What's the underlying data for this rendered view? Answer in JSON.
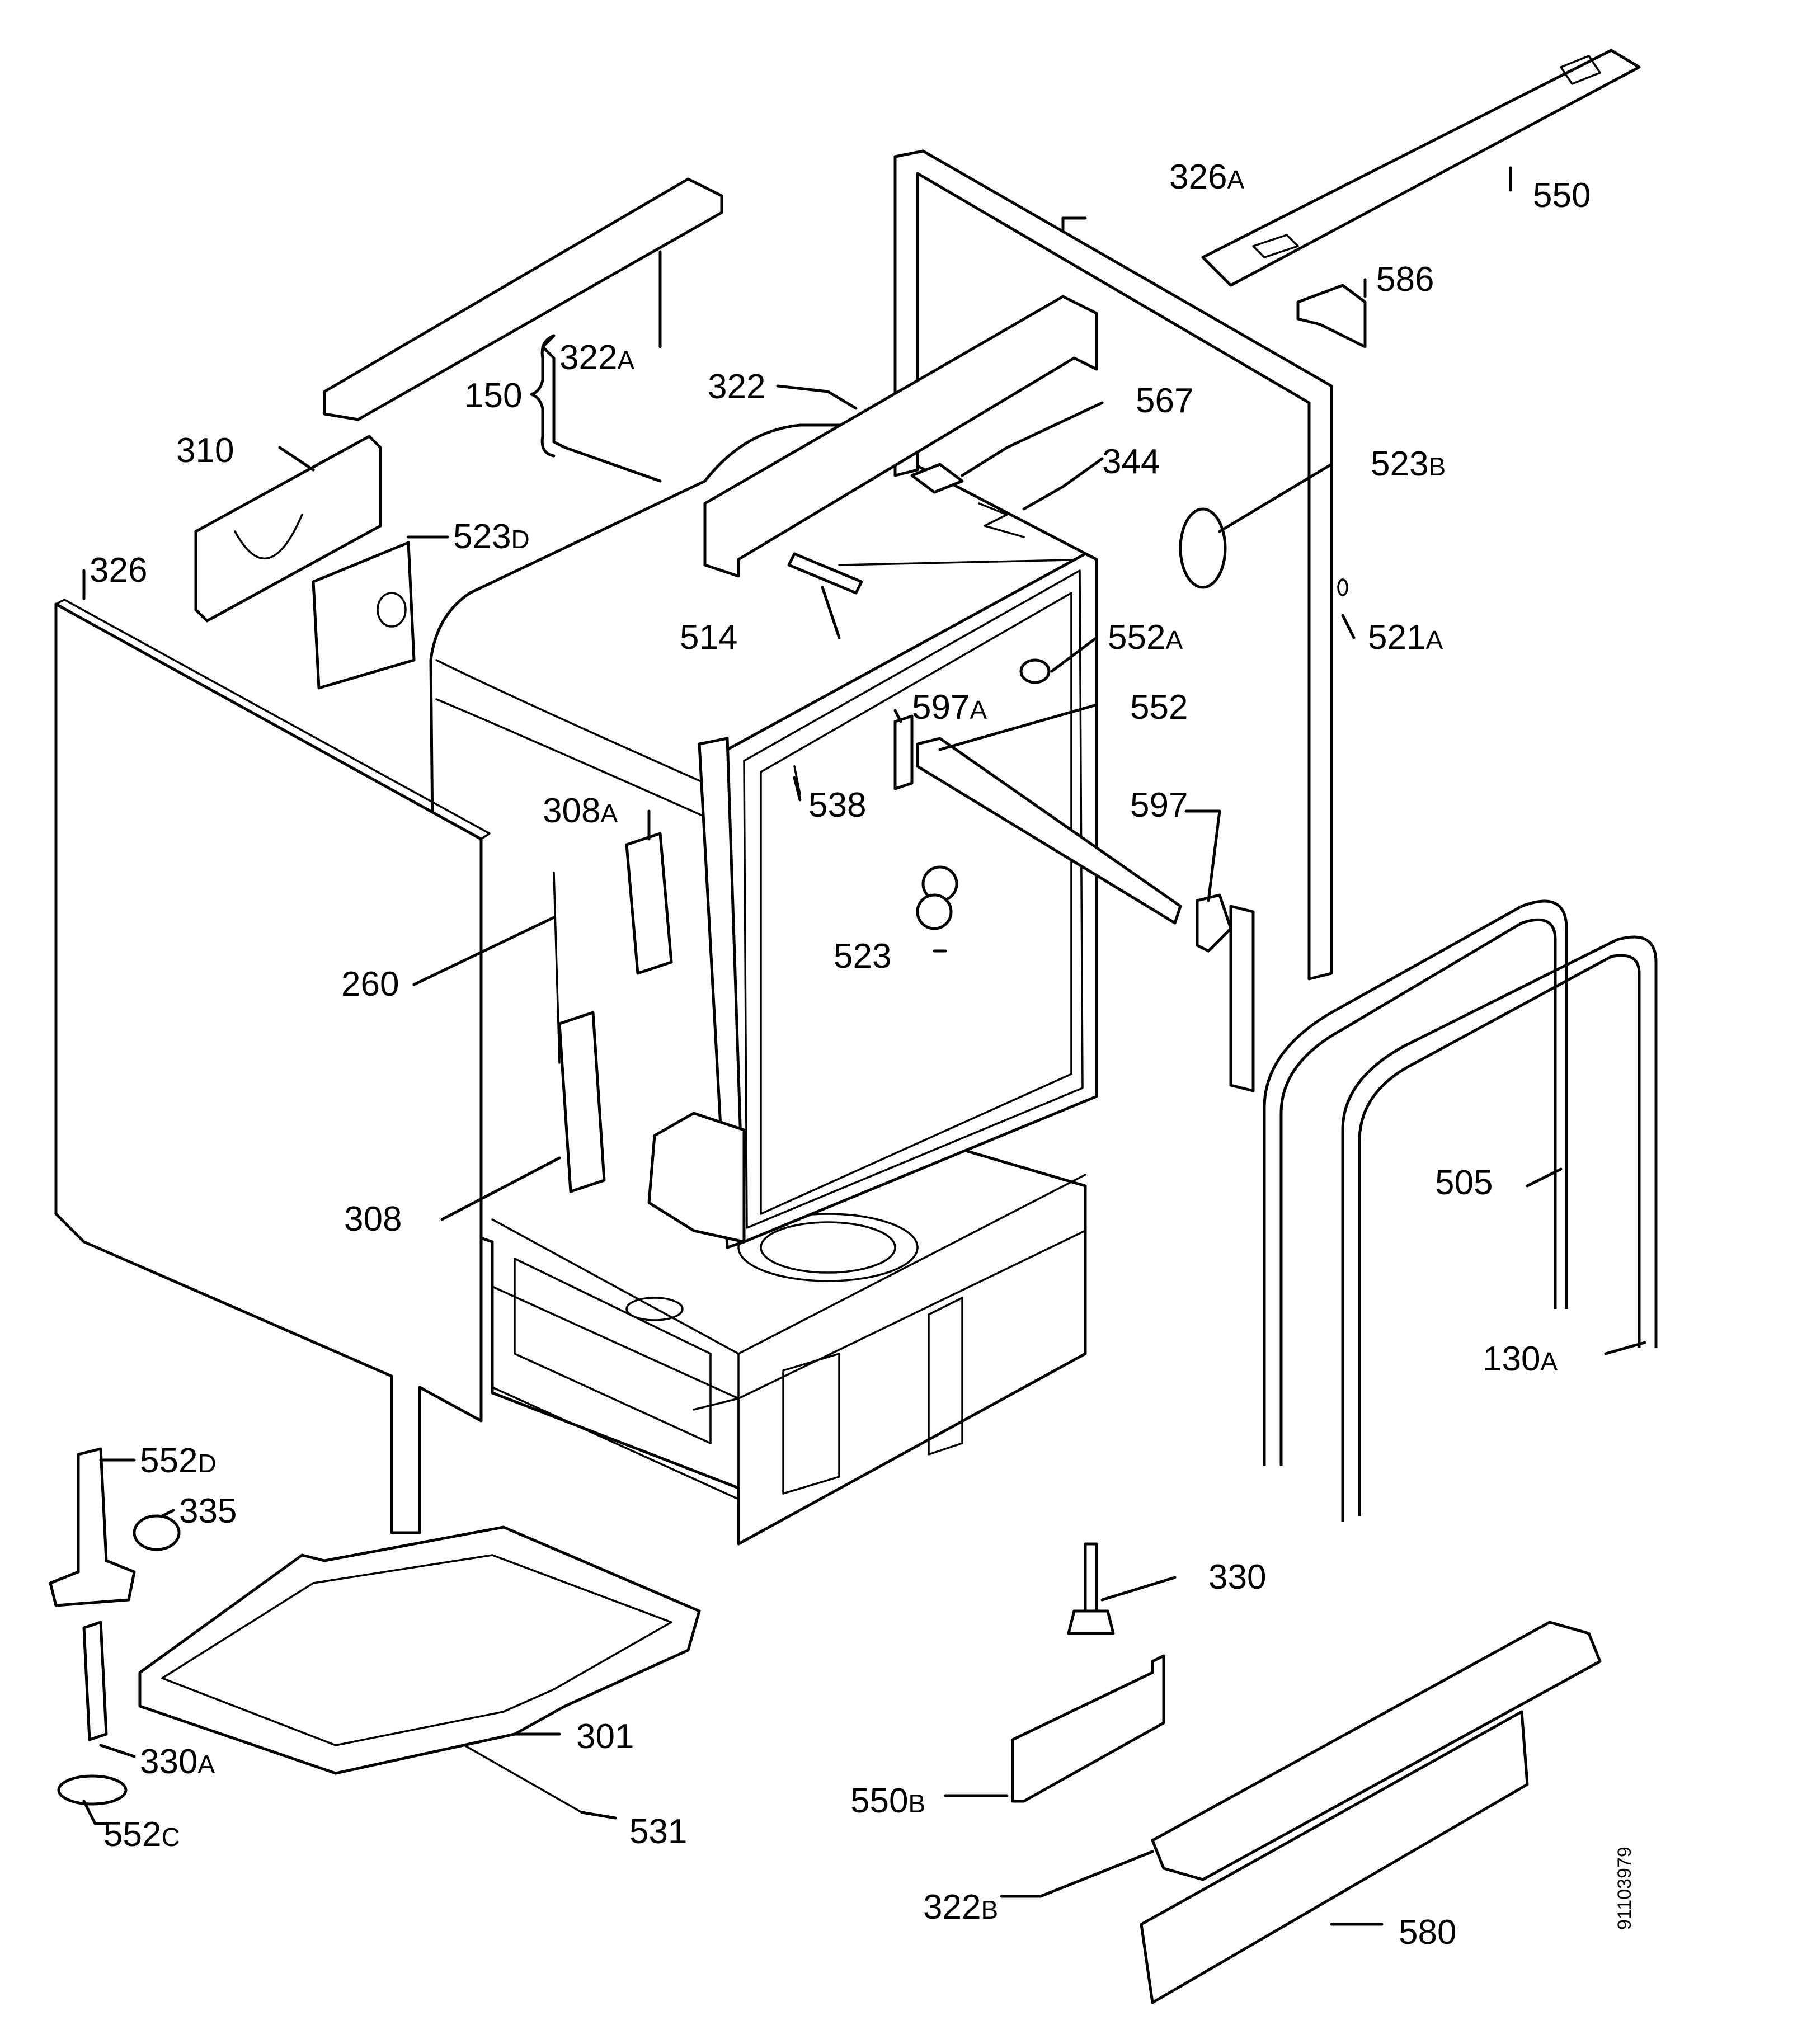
{
  "diagram": {
    "document_number": "91103979",
    "labels": [
      {
        "id": "322A",
        "num": "322",
        "suffix": "A"
      },
      {
        "id": "150",
        "num": "150",
        "suffix": ""
      },
      {
        "id": "310",
        "num": "310",
        "suffix": ""
      },
      {
        "id": "523D",
        "num": "523",
        "suffix": "D"
      },
      {
        "id": "326",
        "num": "326",
        "suffix": ""
      },
      {
        "id": "322",
        "num": "322",
        "suffix": ""
      },
      {
        "id": "326A",
        "num": "326",
        "suffix": "A"
      },
      {
        "id": "550",
        "num": "550",
        "suffix": ""
      },
      {
        "id": "586",
        "num": "586",
        "suffix": ""
      },
      {
        "id": "567",
        "num": "567",
        "suffix": ""
      },
      {
        "id": "344",
        "num": "344",
        "suffix": ""
      },
      {
        "id": "523B",
        "num": "523",
        "suffix": "B"
      },
      {
        "id": "514",
        "num": "514",
        "suffix": ""
      },
      {
        "id": "552A",
        "num": "552",
        "suffix": "A"
      },
      {
        "id": "521A",
        "num": "521",
        "suffix": "A"
      },
      {
        "id": "597A",
        "num": "597",
        "suffix": "A"
      },
      {
        "id": "552",
        "num": "552",
        "suffix": ""
      },
      {
        "id": "538",
        "num": "538",
        "suffix": ""
      },
      {
        "id": "308A",
        "num": "308",
        "suffix": "A"
      },
      {
        "id": "597",
        "num": "597",
        "suffix": ""
      },
      {
        "id": "523",
        "num": "523",
        "suffix": ""
      },
      {
        "id": "260",
        "num": "260",
        "suffix": ""
      },
      {
        "id": "308",
        "num": "308",
        "suffix": ""
      },
      {
        "id": "505",
        "num": "505",
        "suffix": ""
      },
      {
        "id": "130A",
        "num": "130",
        "suffix": "A"
      },
      {
        "id": "552D",
        "num": "552",
        "suffix": "D"
      },
      {
        "id": "335",
        "num": "335",
        "suffix": ""
      },
      {
        "id": "330",
        "num": "330",
        "suffix": ""
      },
      {
        "id": "301",
        "num": "301",
        "suffix": ""
      },
      {
        "id": "330A",
        "num": "330",
        "suffix": "A"
      },
      {
        "id": "550B",
        "num": "550",
        "suffix": "B"
      },
      {
        "id": "552C",
        "num": "552",
        "suffix": "C"
      },
      {
        "id": "531",
        "num": "531",
        "suffix": ""
      },
      {
        "id": "322B",
        "num": "322",
        "suffix": "B"
      },
      {
        "id": "580",
        "num": "580",
        "suffix": ""
      }
    ]
  }
}
